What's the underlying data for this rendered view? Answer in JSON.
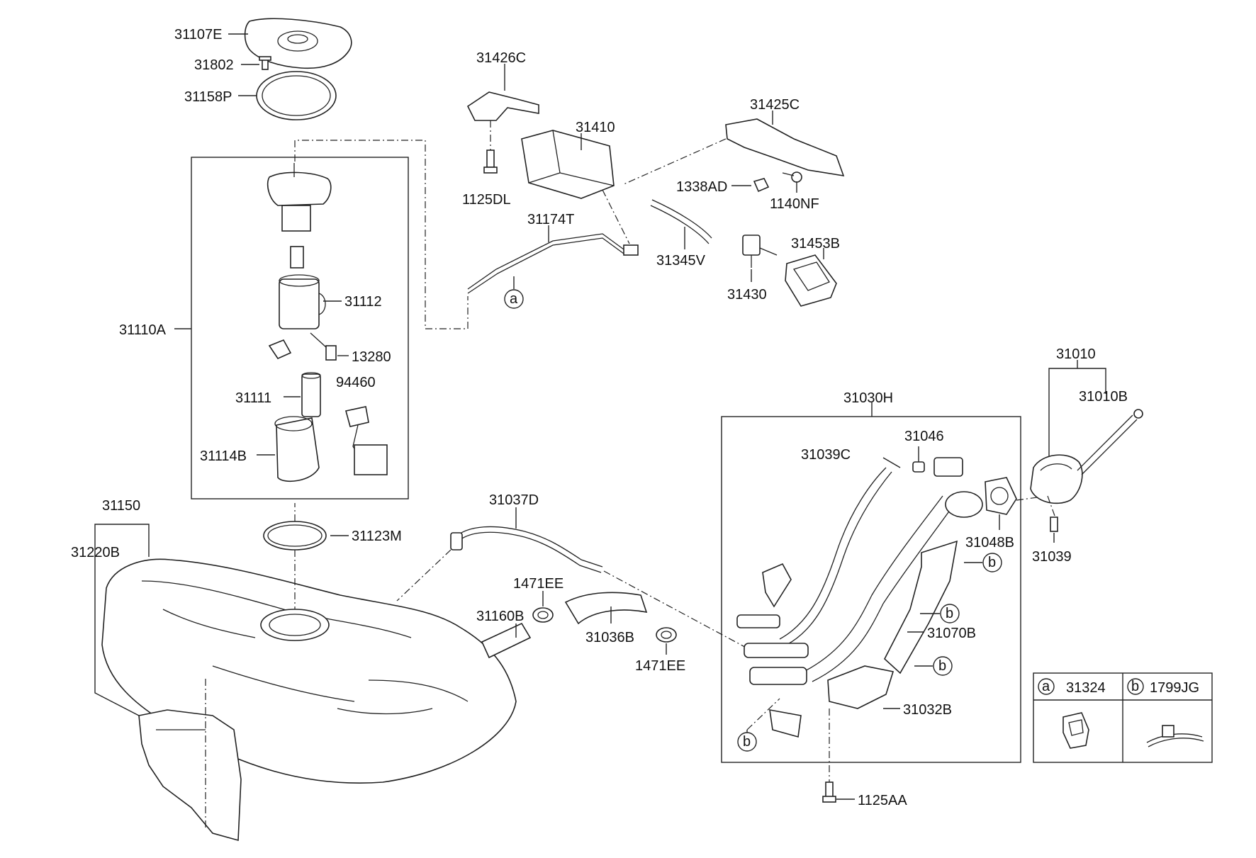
{
  "labels": {
    "p31107E": "31107E",
    "p31802": "31802",
    "p31158P": "31158P",
    "p31426C": "31426C",
    "p31410": "31410",
    "p31425C": "31425C",
    "p1125DL": "1125DL",
    "p1338AD": "1338AD",
    "p1140NF": "1140NF",
    "p31174T": "31174T",
    "p31345V": "31345V",
    "p31453B": "31453B",
    "p31430": "31430",
    "p31112": "31112",
    "p31110A": "31110A",
    "p13280": "13280",
    "p94460": "94460",
    "p31111": "31111",
    "p31114B": "31114B",
    "p31010": "31010",
    "p31010B": "31010B",
    "p31030H": "31030H",
    "p31046": "31046",
    "p31039C": "31039C",
    "p31048B": "31048B",
    "p31039": "31039",
    "p31150": "31150",
    "p31220B": "31220B",
    "p31123M": "31123M",
    "p31037D": "31037D",
    "p1471EE_top": "1471EE",
    "p31160B": "31160B",
    "p31036B": "31036B",
    "p1471EE_bot": "1471EE",
    "p31070B": "31070B",
    "p31032B": "31032B",
    "p1125AA": "1125AA"
  },
  "callouts": {
    "a": "a",
    "b": "b"
  },
  "legend": {
    "a_letter": "a",
    "a_part": "31324",
    "b_letter": "b",
    "b_part": "1799JG"
  }
}
